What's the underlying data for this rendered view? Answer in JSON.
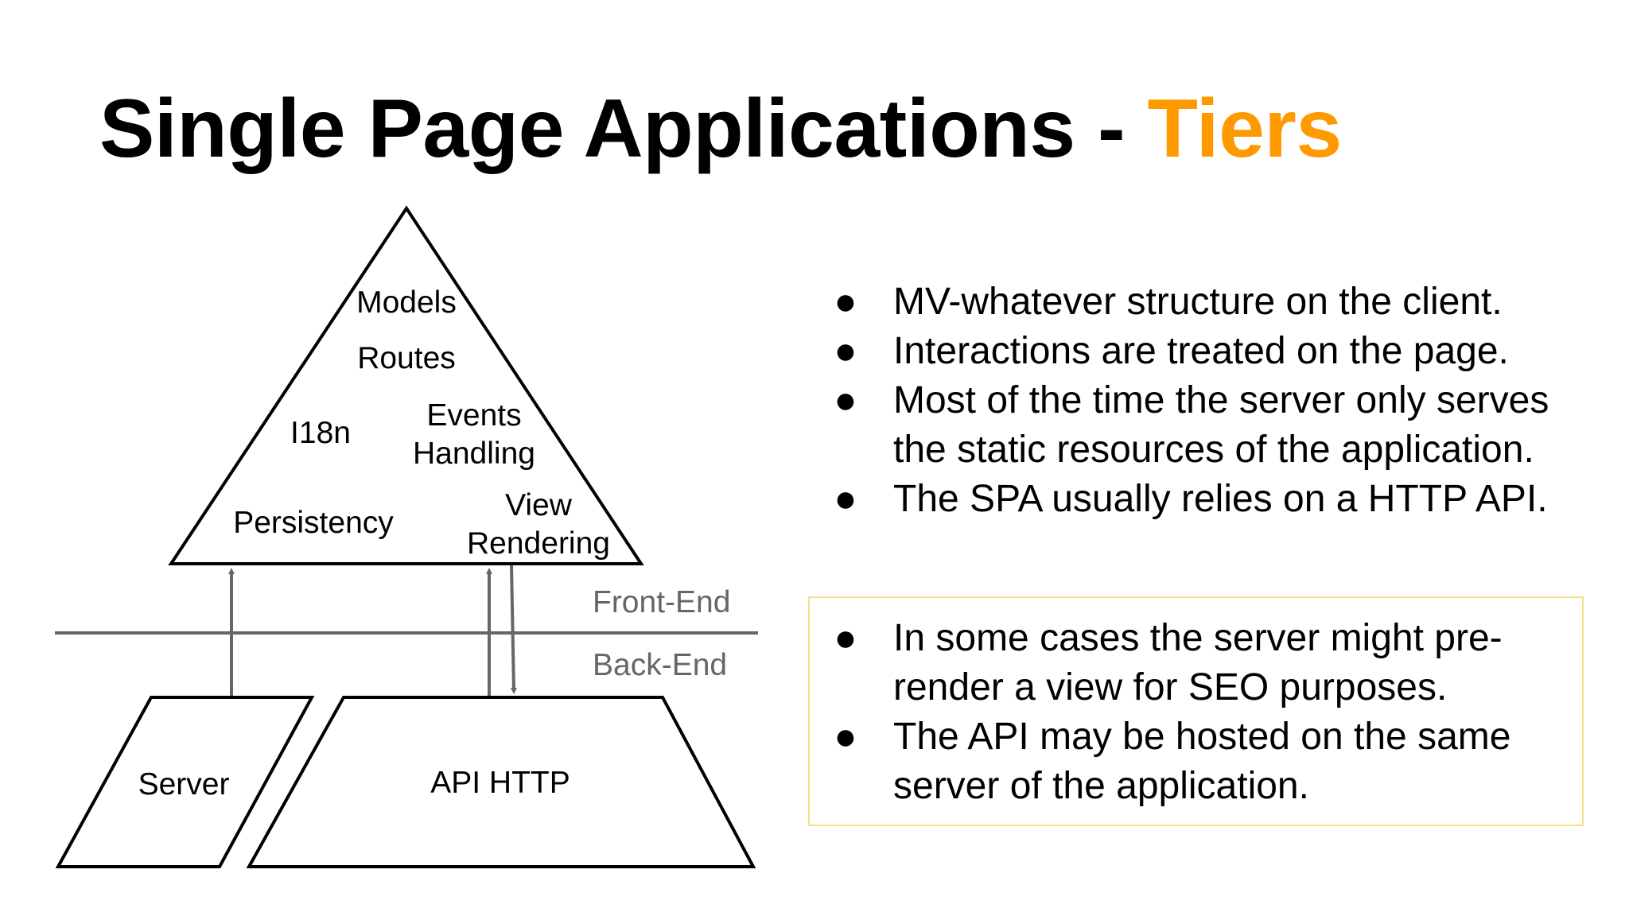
{
  "slide": {
    "title": "Single Page Applications - ",
    "title_accent": "Tiers",
    "accent_color": "#ff9900"
  },
  "diagram": {
    "triangle_labels": {
      "models": "Models",
      "routes": "Routes",
      "i18n": "I18n",
      "events_line1": "Events",
      "events_line2": "Handling",
      "persistency": "Persistency",
      "view_line1": "View",
      "view_line2": "Rendering"
    },
    "front_end_label": "Front-End",
    "back_end_label": "Back-End",
    "server_label": "Server",
    "api_label": "API HTTP"
  },
  "bullets": [
    {
      "marker": "●",
      "text": "MV-whatever structure on the client."
    },
    {
      "marker": "●",
      "text": "Interactions are treated on the page."
    },
    {
      "marker": "●",
      "text": "Most of the time the server only serves the static resources of the application."
    },
    {
      "marker": "●",
      "text": "The SPA usually relies on a HTTP API."
    }
  ],
  "note_bullets": [
    {
      "marker": "●",
      "text": "In some cases the server might pre-render a view for SEO purposes."
    },
    {
      "marker": "●",
      "text": "The API may be hosted on the same server of the application."
    }
  ]
}
